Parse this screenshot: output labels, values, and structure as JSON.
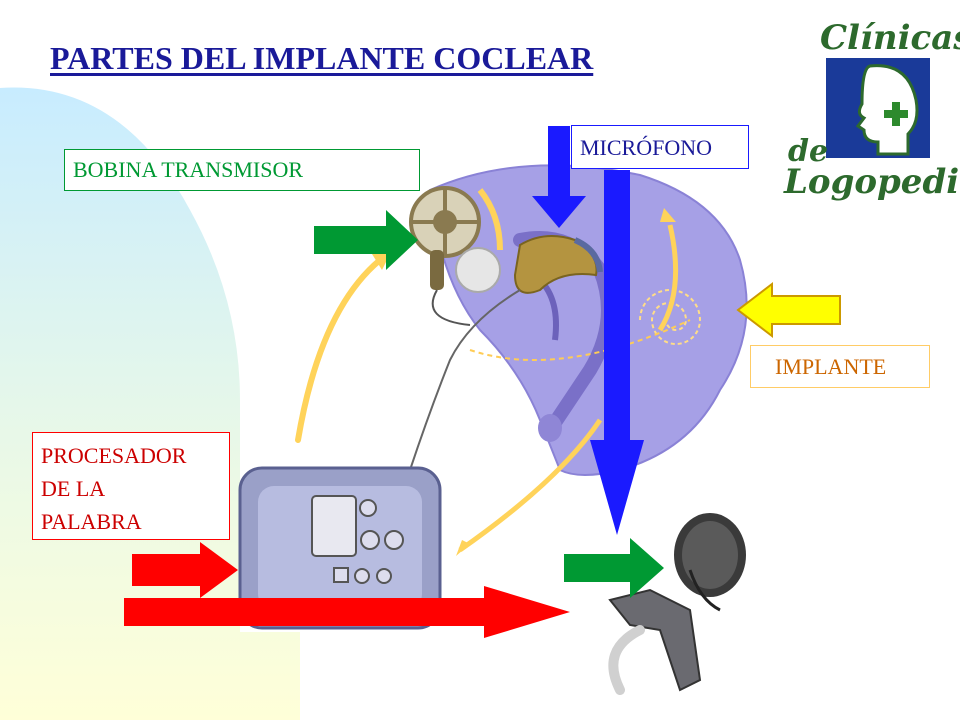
{
  "title": "PARTES DEL IMPLANTE COCLEAR",
  "labels": {
    "bobina": "BOBINA TRANSMISOR",
    "microfono": "MICRÓFONO",
    "implante": "IMPLANTE",
    "procesador_line1": "PROCESADOR",
    "procesador_line2": "DE LA",
    "procesador_line3": "PALABRA"
  },
  "logo": {
    "line1": "Clínicas",
    "line2": "de",
    "line3": "Logopedia"
  },
  "colors": {
    "title": "#1a1a99",
    "green": "#009933",
    "blue": "#1a1aff",
    "red": "#ff0000",
    "yellow": "#ffff00",
    "logo_green": "#2d6a2d",
    "logo_blue": "#1a3a99"
  },
  "icons": [
    "green-arrow-icon",
    "blue-arrow-icon",
    "red-arrow-icon",
    "yellow-arrow-icon",
    "head-logo-icon",
    "medical-cross-icon"
  ]
}
